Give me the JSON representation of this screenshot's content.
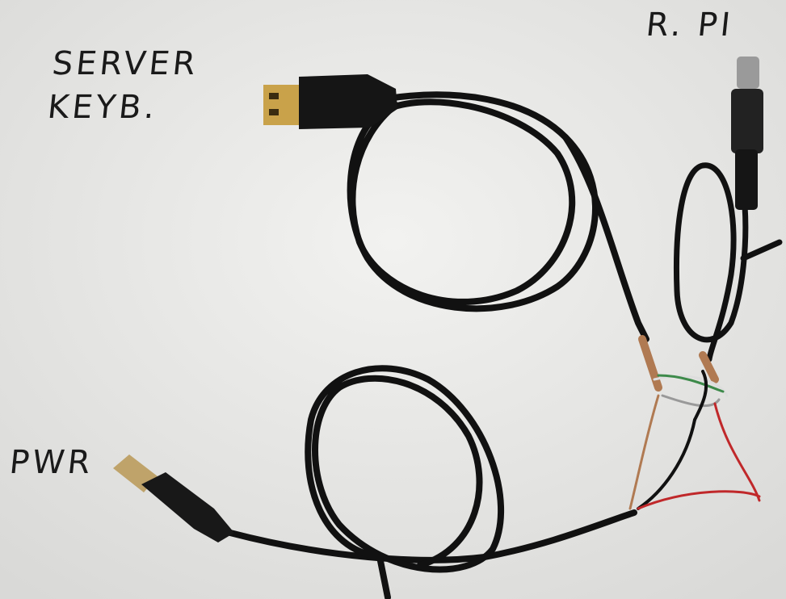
{
  "labels": {
    "server_line1": "SERVER",
    "server_line2": "KEYB.",
    "rpi": "R. PI",
    "pwr": "PWR"
  },
  "colors": {
    "background": "#e6e6e4",
    "cable": "#111111",
    "usb_gold": "#c9a24a",
    "wire_red": "#c0282a",
    "wire_green": "#3d8a4a",
    "shield_copper": "#b07a52"
  }
}
